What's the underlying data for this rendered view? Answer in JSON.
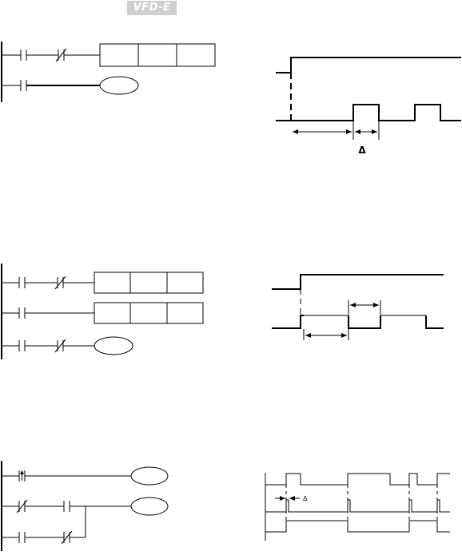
{
  "header": {
    "logo_text": "VFD-E"
  },
  "timing_1": {
    "delta_label": "Δ"
  },
  "timing_3": {
    "delta_label": "Δ"
  }
}
